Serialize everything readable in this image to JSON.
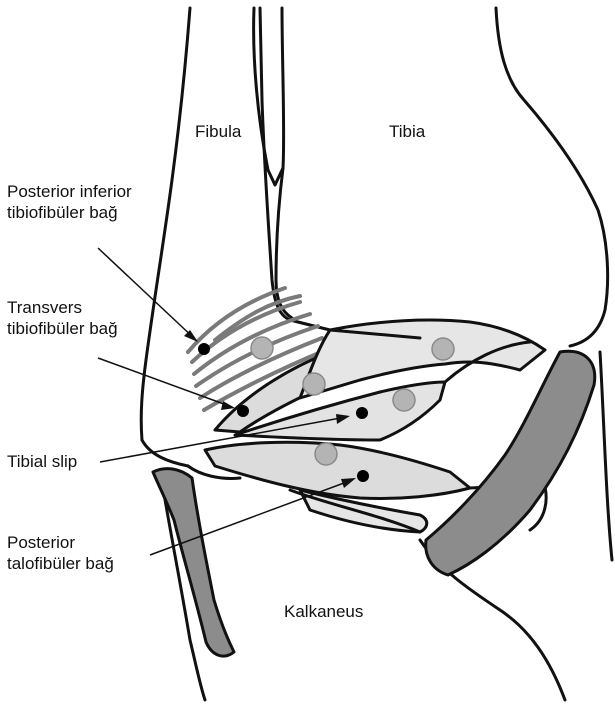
{
  "labels": {
    "fibula": "Fibula",
    "tibia": "Tibia",
    "posterior_inferior": [
      "Posterior inferior",
      "tibiofibüler bağ"
    ],
    "transvers": [
      "Transvers",
      "tibiofibüler bağ"
    ],
    "tibial_slip": "Tibial slip",
    "posterior_talofibular": [
      "Posterior",
      "talofibüler bağ"
    ],
    "kalkaneus": "Kalkaneus"
  },
  "colors": {
    "outline": "#111111",
    "ligament_fill": "#dcdcdc",
    "tendon_fill": "#8c8c8c",
    "attachment_dot": "#b4b4b4",
    "pointer_dot": "#000000",
    "striation": "#7a7a7a"
  }
}
